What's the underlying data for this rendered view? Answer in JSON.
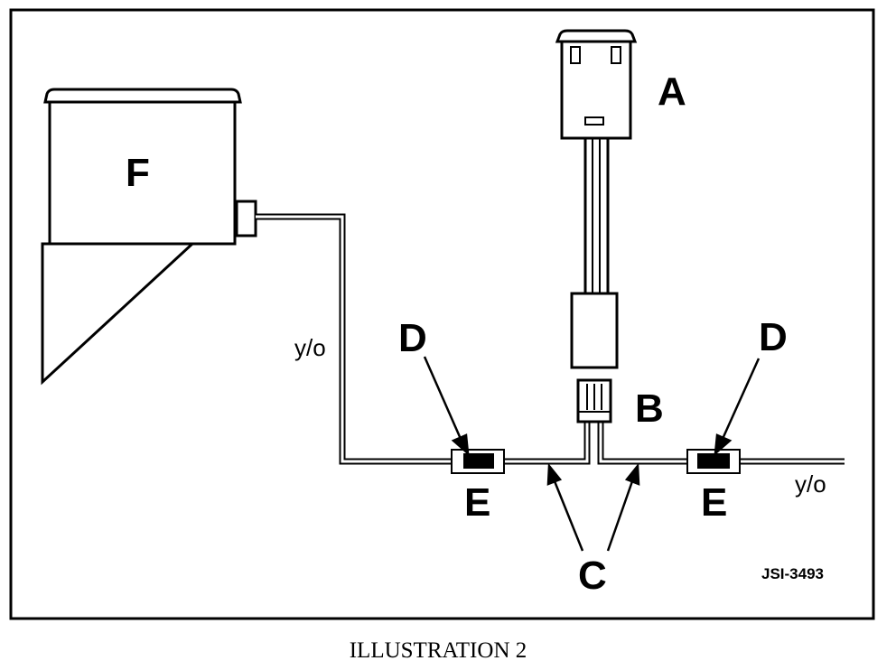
{
  "callouts": {
    "a": "A",
    "b": "B",
    "c": "C",
    "d_left": "D",
    "d_right": "D",
    "e_left": "E",
    "e_right": "E",
    "f": "F"
  },
  "wire_labels": {
    "left": "y/o",
    "right": "y/o"
  },
  "reference_code": "JSI-3493",
  "caption": "ILLUSTRATION 2",
  "colors": {
    "line": "#000000",
    "background": "#ffffff"
  }
}
